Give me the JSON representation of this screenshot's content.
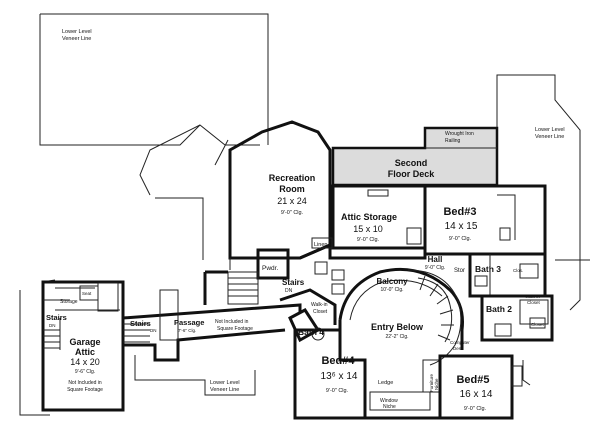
{
  "plan": {
    "veneer_label_1": "Lower Level",
    "veneer_label_2": "Veneer Line",
    "rooms": {
      "recreation": {
        "name_1": "Recreation",
        "name_2": "Room",
        "size": "21 x 24",
        "ceiling": "9'-0\" Clg."
      },
      "deck": {
        "name_1": "Second",
        "name_2": "Floor Deck",
        "railing_1": "Wrought Iron",
        "railing_2": "Railing"
      },
      "attic_storage": {
        "name": "Attic Storage",
        "size": "15 x 10",
        "ceiling": "9'-0\" Clg."
      },
      "bed3": {
        "name": "Bed#3",
        "size": "14 x 15",
        "ceiling": "9'-0\" Clg."
      },
      "linen": "Linen",
      "pwdr": "Pwdr.",
      "hall": {
        "name": "Hall",
        "ceiling": "9'-0\" Clg."
      },
      "balcony": {
        "name": "Balcony",
        "ceiling": "10'-0\" Clg."
      },
      "stor": "Stor",
      "bath3": "Bath 3",
      "clos": "Clos.",
      "stairs_dn_main": {
        "name": "Stairs",
        "dir": "DN"
      },
      "walkin_closet_left": {
        "l1": "Walk-in",
        "l2": "Closet"
      },
      "bath4": "Bath 4",
      "entry_below": {
        "name": "Entry Below",
        "ceiling": "22'-2\" Clg."
      },
      "walkin_closet_right": {
        "l1": "Walk-in",
        "l2": "Closet"
      },
      "bath2": "Bath 2",
      "closet": "Closet",
      "computer_desk": {
        "l1": "Computer",
        "l2": "Desk"
      },
      "bed4": {
        "name": "Bed#4",
        "size": "13⁶ x 14",
        "ceiling": "9'-0\" Clg."
      },
      "ledge": "Ledge",
      "window_niche": {
        "l1": "Window",
        "l2": "Niche"
      },
      "furniture_niche": {
        "l1": "Furniture",
        "l2": "Niche"
      },
      "bed5": {
        "name": "Bed#5",
        "size": "16 x 14",
        "ceiling": "9'-0\" Clg."
      },
      "garage_attic": {
        "name_1": "Garage",
        "name_2": "Attic",
        "size": "14 x 20",
        "ceiling": "9'-6\" Clg.",
        "note_1": "Not Included in",
        "note_2": "Square Footage"
      },
      "stairs_dn_left": {
        "name": "Stairs",
        "dir": "DN"
      },
      "storage": "Storage",
      "seat": "Seat",
      "stairs_dn_mid": {
        "name": "Stairs",
        "dir": "DN"
      },
      "passage": {
        "name": "Passage",
        "ceiling": "7'-6\" Clg."
      },
      "passage_note": {
        "l1": "Not Included in",
        "l2": "Square Footage"
      }
    }
  }
}
